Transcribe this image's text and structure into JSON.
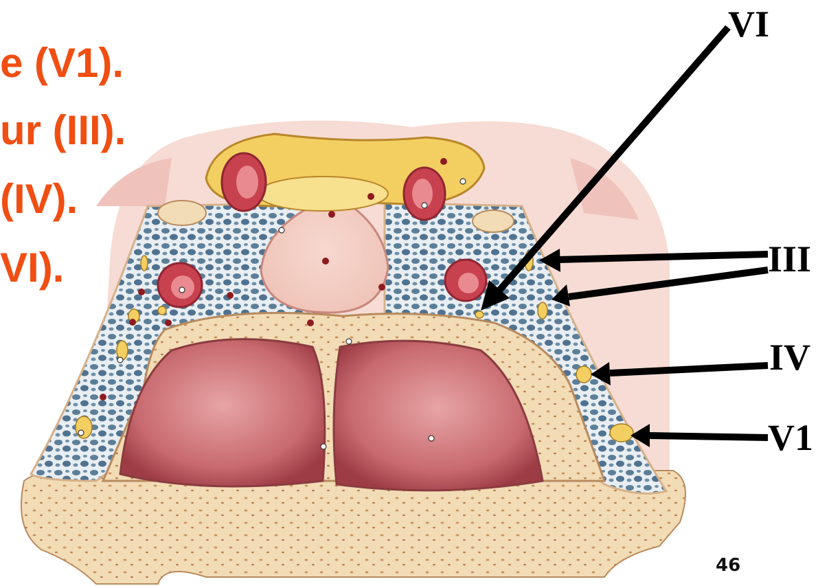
{
  "side_text": {
    "lines": [
      "e (V1).",
      "ur (III).",
      "(IV).",
      "VI)."
    ]
  },
  "labels": {
    "vi": "VI",
    "iii": "III",
    "iv": "IV",
    "v1": "V1"
  },
  "page_number": "46",
  "colors": {
    "side_text": "#f04e12",
    "bone": "#f2dcb6",
    "venous_plexus": "#5c7f99",
    "artery": "#c8414f",
    "nerve": "#f3cf62",
    "sinus_lining": "#bf5b66"
  }
}
